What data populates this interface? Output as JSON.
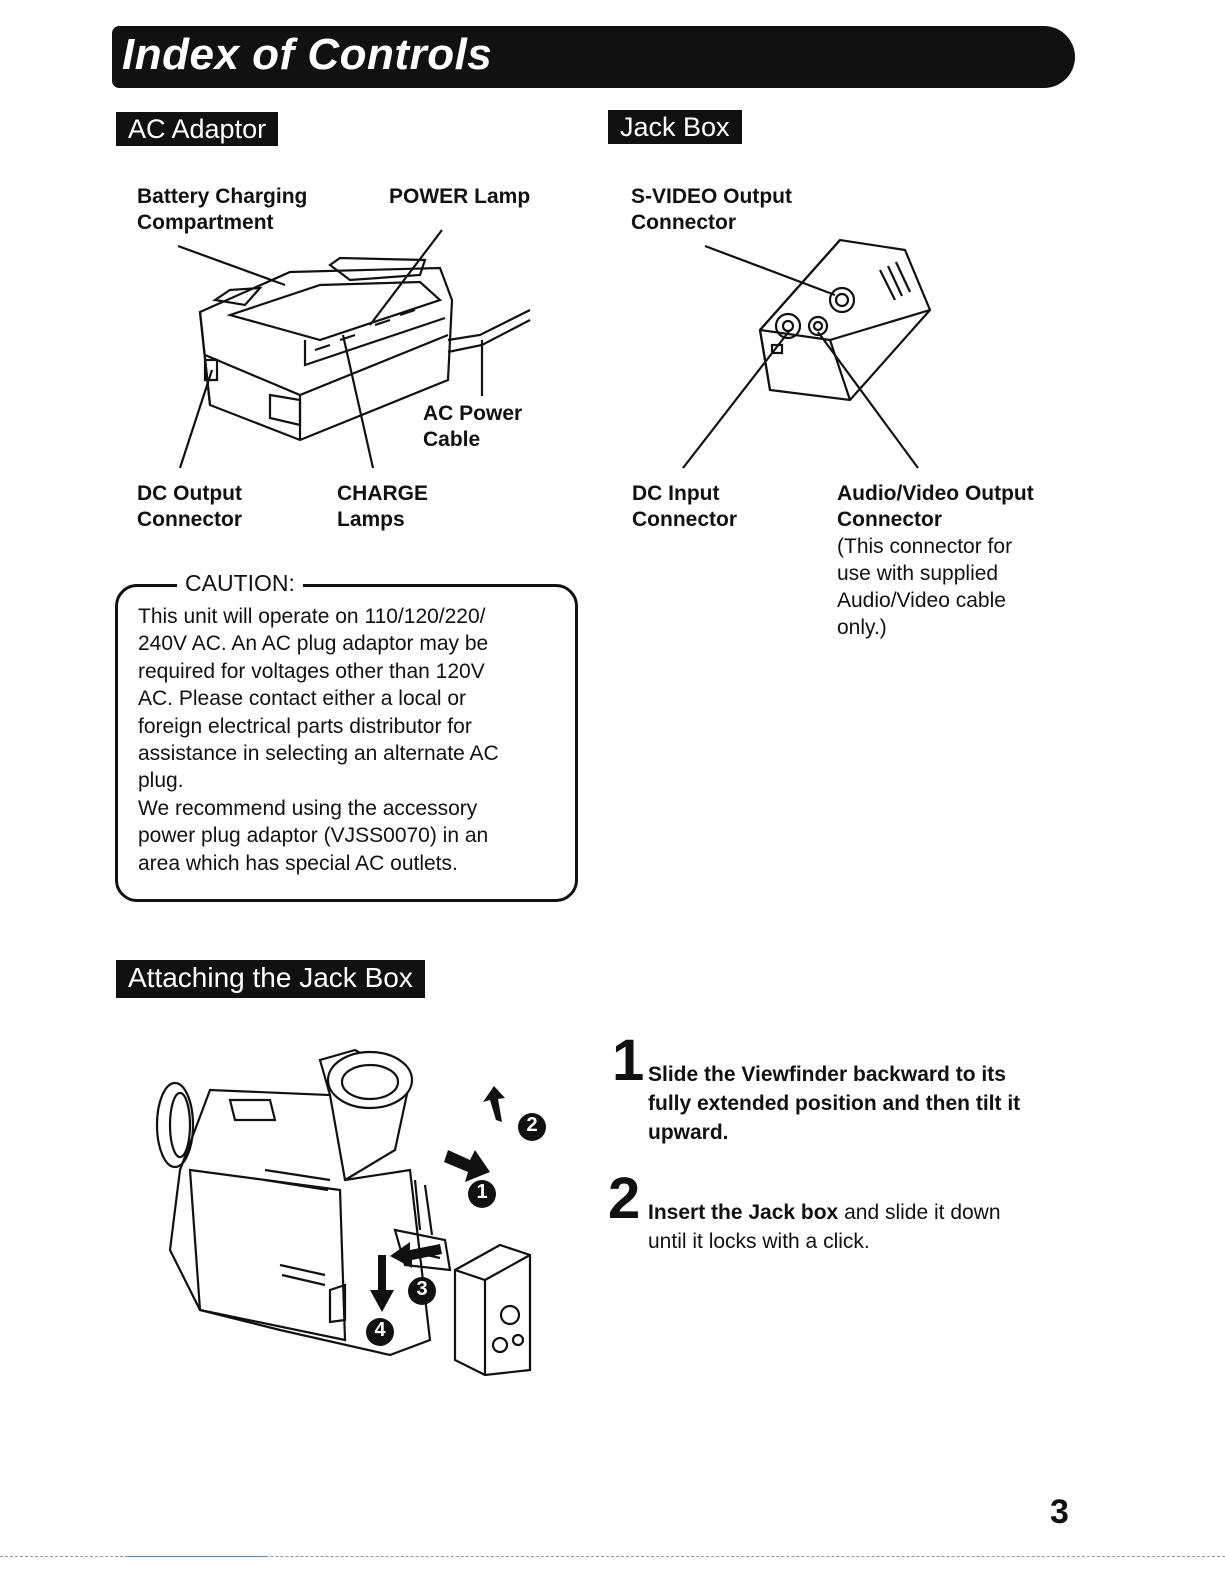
{
  "header": {
    "title": "Index of Controls"
  },
  "ac_adaptor": {
    "heading": "AC Adaptor",
    "labels": {
      "battery_1": "Battery Charging",
      "battery_2": "Compartment",
      "power_lamp": "POWER Lamp",
      "ac_power_1": "AC Power",
      "ac_power_2": "Cable",
      "dc_output_1": "DC Output",
      "dc_output_2": "Connector",
      "charge_1": "CHARGE",
      "charge_2": "Lamps"
    }
  },
  "caution": {
    "heading": "CAUTION:",
    "lines": [
      "This unit will operate on 110/120/220/",
      "240V AC. An AC plug adaptor may be",
      "required for voltages other than 120V",
      "AC. Please contact either a local or",
      "foreign electrical parts distributor for",
      "assistance in selecting an alternate AC",
      "plug.",
      "We recommend using the accessory",
      "power plug adaptor (VJSS0070) in an",
      "area which has special AC outlets."
    ]
  },
  "jack_box": {
    "heading": "Jack Box",
    "labels": {
      "svideo_1": "S-VIDEO Output",
      "svideo_2": "Connector",
      "dc_input_1": "DC Input",
      "dc_input_2": "Connector",
      "av_1": "Audio/Video Output",
      "av_2": "Connector",
      "av_note": [
        "(This connector for",
        "use with supplied",
        "Audio/Video cable",
        "only.)"
      ]
    }
  },
  "attaching": {
    "heading": "Attaching the Jack Box",
    "callouts": [
      "1",
      "2",
      "3",
      "4"
    ],
    "steps": [
      {
        "number": "1",
        "lines": [
          "Slide the Viewfinder backward to its",
          "fully extended position and then tilt it",
          "upward."
        ]
      },
      {
        "number": "2",
        "bold": "Insert the Jack box",
        "rest": " and slide it down",
        "line2": "until it locks with a click."
      }
    ]
  },
  "footer": {
    "page_number": "3"
  }
}
